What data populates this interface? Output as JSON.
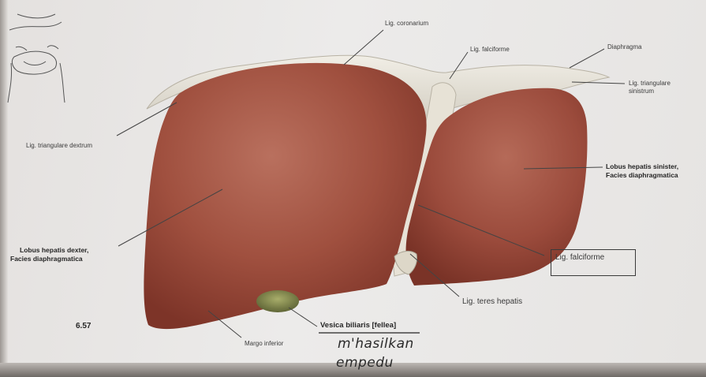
{
  "figure_number": "6.57",
  "labels": {
    "lig_coronarium": "Lig. coronarium",
    "lig_falciforme_top": "Lig. falciforme",
    "diaphragma": "Diaphragma",
    "lig_triangulare_sinistrum_1": "Lig. triangulare",
    "lig_triangulare_sinistrum_2": "sinistrum",
    "lig_triangulare_dextrum": "Lig. triangulare dextrum",
    "lobus_sinister_1": "Lobus hepatis sinister,",
    "lobus_sinister_2": "Facies diaphragmatica",
    "lobus_dexter_1": "Lobus hepatis dexter,",
    "lobus_dexter_2": "Facies diaphragmatica",
    "lig_falciforme_boxed": "Lig. falciforme",
    "lig_teres_hepatis": "Lig. teres hepatis",
    "margo_inferior": "Margo inferior",
    "vesica_biliaris": "Vesica biliaris [fellea]"
  },
  "handwriting": {
    "line1": "m'hasilkan",
    "line2": "empedu"
  },
  "colors": {
    "liver": "#9c4a3c",
    "liver_highlight": "#b66a58",
    "ligament": "#e8e4da",
    "gallbladder": "#8c9255",
    "paper": "#e9e7e5"
  }
}
